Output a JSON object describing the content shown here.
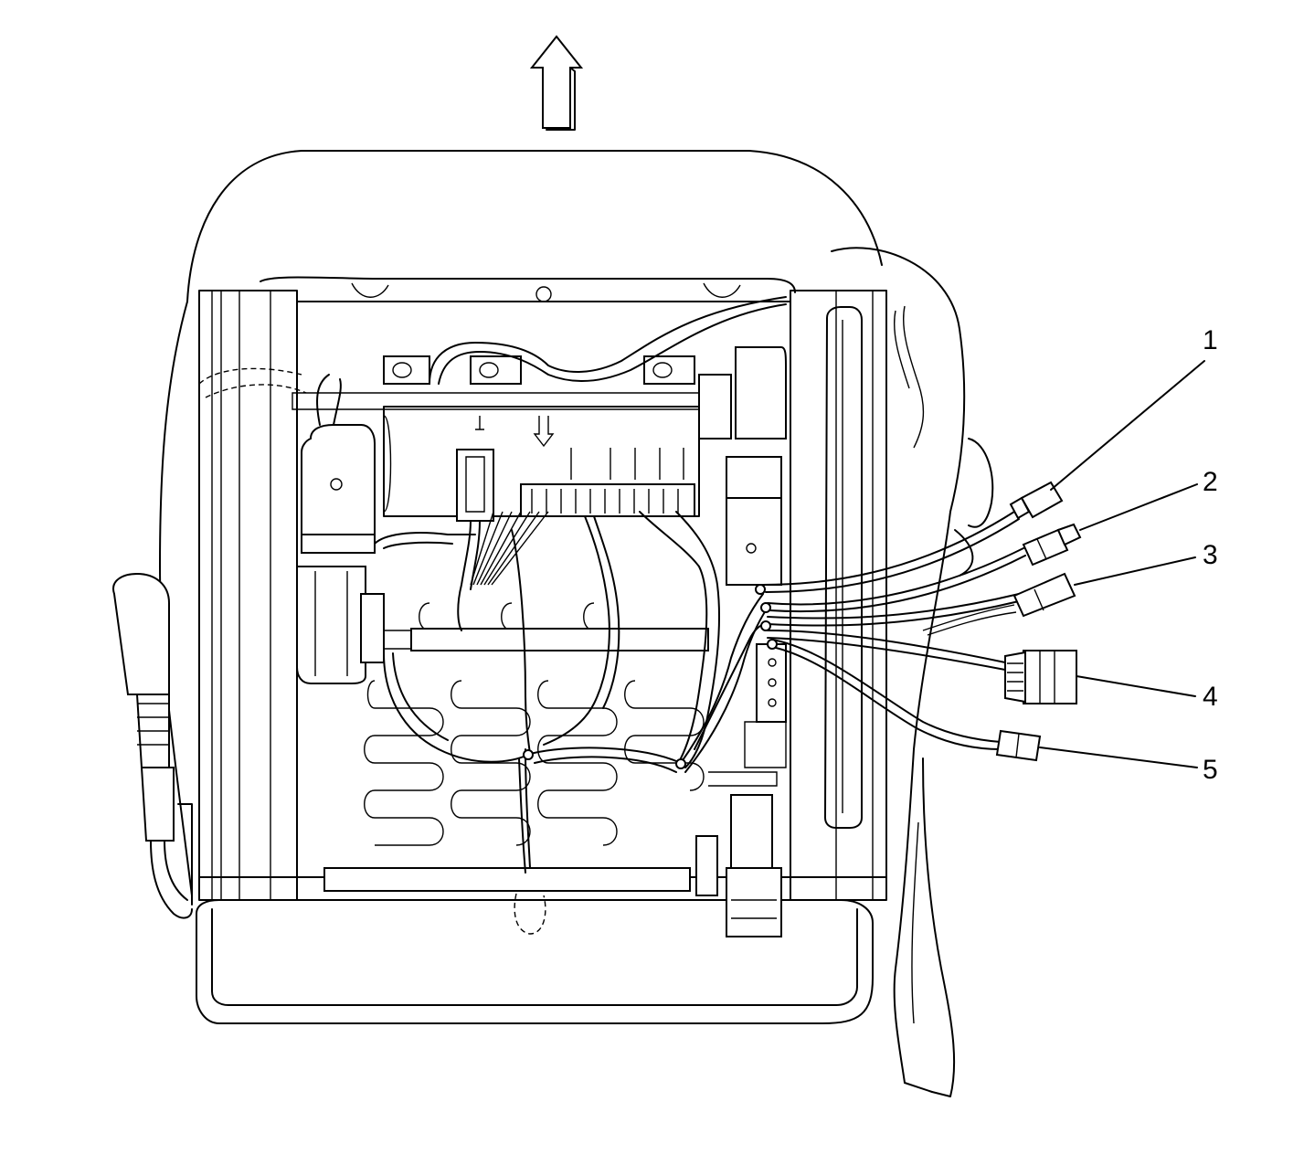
{
  "diagram": {
    "callouts": [
      {
        "id": "callout-1",
        "label": "1"
      },
      {
        "id": "callout-2",
        "label": "2"
      },
      {
        "id": "callout-3",
        "label": "3"
      },
      {
        "id": "callout-4",
        "label": "4"
      },
      {
        "id": "callout-5",
        "label": "5"
      }
    ],
    "icons": [
      "forward-arrow-icon"
    ]
  }
}
